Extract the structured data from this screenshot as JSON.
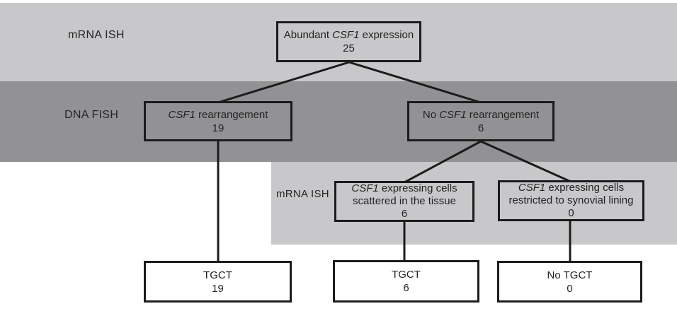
{
  "diagram": {
    "type": "flowchart",
    "row_labels": {
      "band1": "mRNA ISH",
      "band2": "DNA FISH",
      "band3": "mRNA ISH"
    },
    "colors": {
      "band_light": "#c8c8ca",
      "band_dark": "#929295",
      "box_border": "#1c1c1c",
      "connector": "#1c1c1c",
      "outcome_box_fill": "#ffffff",
      "text": "#232323"
    },
    "nodes": {
      "root": {
        "prefix": "Abundant ",
        "gene": "CSF1",
        "suffix": " expression",
        "count": "25"
      },
      "fish_positive": {
        "prefix": "",
        "gene": "CSF1",
        "suffix": " rearrangement",
        "count": "19"
      },
      "fish_negative": {
        "prefix": "No ",
        "gene": "CSF1",
        "suffix": " rearrangement",
        "count": "6"
      },
      "ish_scattered": {
        "gene": "CSF1",
        "suffix": " expressing cells",
        "line2": "scattered in the tissue",
        "count": "6"
      },
      "ish_restricted": {
        "gene": "CSF1",
        "suffix": " expressing cells",
        "line2": "restricted to synovial lining",
        "count": "0"
      },
      "outcome_tgct_19": {
        "label": "TGCT",
        "count": "19"
      },
      "outcome_tgct_6": {
        "label": "TGCT",
        "count": "6"
      },
      "outcome_no_tgct": {
        "label": "No TGCT",
        "count": "0"
      }
    }
  }
}
